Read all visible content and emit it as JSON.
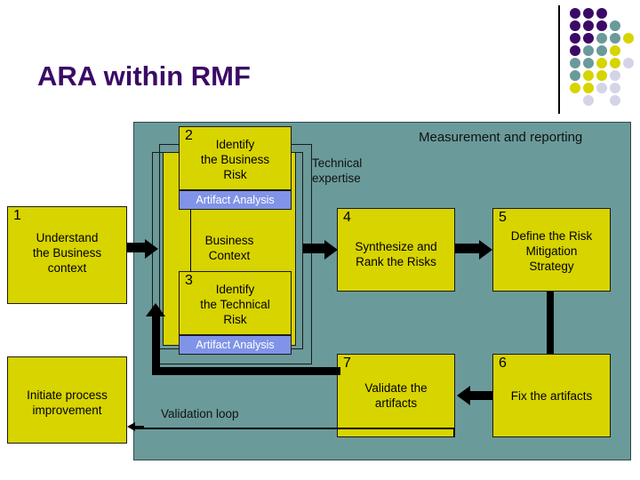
{
  "slide": {
    "title": "ARA within RMF"
  },
  "logo": {
    "name": "cigital-dot-logo",
    "colors": {
      "purple": "#3b0a66",
      "teal": "#6b9a9a",
      "yellow": "#d8d400",
      "lavender": "#d4d4e8"
    },
    "dots": [
      {
        "row": 0,
        "col": 0,
        "color": "#3b0a66"
      },
      {
        "row": 0,
        "col": 1,
        "color": "#3b0a66"
      },
      {
        "row": 0,
        "col": 2,
        "color": "#3b0a66"
      },
      {
        "row": 1,
        "col": 0,
        "color": "#3b0a66"
      },
      {
        "row": 1,
        "col": 1,
        "color": "#3b0a66"
      },
      {
        "row": 1,
        "col": 2,
        "color": "#3b0a66"
      },
      {
        "row": 1,
        "col": 3,
        "color": "#6b9a9a"
      },
      {
        "row": 2,
        "col": 0,
        "color": "#3b0a66"
      },
      {
        "row": 2,
        "col": 1,
        "color": "#3b0a66"
      },
      {
        "row": 2,
        "col": 2,
        "color": "#6b9a9a"
      },
      {
        "row": 2,
        "col": 3,
        "color": "#6b9a9a"
      },
      {
        "row": 2,
        "col": 4,
        "color": "#d8d400"
      },
      {
        "row": 3,
        "col": 0,
        "color": "#3b0a66"
      },
      {
        "row": 3,
        "col": 1,
        "color": "#6b9a9a"
      },
      {
        "row": 3,
        "col": 2,
        "color": "#6b9a9a"
      },
      {
        "row": 3,
        "col": 3,
        "color": "#d8d400"
      },
      {
        "row": 4,
        "col": 0,
        "color": "#6b9a9a"
      },
      {
        "row": 4,
        "col": 1,
        "color": "#6b9a9a"
      },
      {
        "row": 4,
        "col": 2,
        "color": "#d8d400"
      },
      {
        "row": 4,
        "col": 3,
        "color": "#d8d400"
      },
      {
        "row": 4,
        "col": 4,
        "color": "#d4d4e8"
      },
      {
        "row": 5,
        "col": 0,
        "color": "#6b9a9a"
      },
      {
        "row": 5,
        "col": 1,
        "color": "#d8d400"
      },
      {
        "row": 5,
        "col": 2,
        "color": "#d8d400"
      },
      {
        "row": 5,
        "col": 3,
        "color": "#d4d4e8"
      },
      {
        "row": 6,
        "col": 0,
        "color": "#d8d400"
      },
      {
        "row": 6,
        "col": 1,
        "color": "#d8d400"
      },
      {
        "row": 6,
        "col": 2,
        "color": "#d4d4e8"
      },
      {
        "row": 6,
        "col": 3,
        "color": "#d4d4e8"
      },
      {
        "row": 7,
        "col": 1,
        "color": "#d4d4e8"
      },
      {
        "row": 7,
        "col": 3,
        "color": "#d4d4e8"
      }
    ]
  },
  "diagram": {
    "panel_color": "#6b9a9a",
    "box_color": "#d8d400",
    "artifact_color": "#8093e8",
    "labels": {
      "measurement": "Measurement and reporting",
      "technical_expertise": "Technical\nexpertise",
      "technical_expertise_line1": "Technical",
      "technical_expertise_line2": "expertise",
      "validation_loop": "Validation loop",
      "business_context_line1": "Business",
      "business_context_line2": "Context",
      "artifact_analysis": "Artifact Analysis"
    },
    "steps": [
      {
        "num": "1",
        "name": "understand-business-context",
        "lines": [
          "Understand",
          "the Business",
          "context"
        ]
      },
      {
        "num": "2",
        "name": "identify-business-risk",
        "lines": [
          "Identify",
          "the Business",
          "Risk"
        ]
      },
      {
        "num": "3",
        "name": "identify-technical-risk",
        "lines": [
          "Identify",
          "the Technical",
          "Risk"
        ]
      },
      {
        "num": "4",
        "name": "synthesize-rank-risks",
        "lines": [
          "Synthesize and",
          "Rank the Risks"
        ]
      },
      {
        "num": "5",
        "name": "define-risk-mitigation-strategy",
        "lines": [
          "Define the Risk",
          "Mitigation",
          "Strategy"
        ]
      },
      {
        "num": "6",
        "name": "fix-the-artifacts",
        "lines": [
          "Fix the artifacts"
        ]
      },
      {
        "num": "7",
        "name": "validate-the-artifacts",
        "lines": [
          "Validate the",
          "artifacts"
        ]
      },
      {
        "num": "",
        "name": "initiate-process-improvement",
        "lines": [
          "Initiate process",
          "improvement"
        ]
      }
    ]
  }
}
